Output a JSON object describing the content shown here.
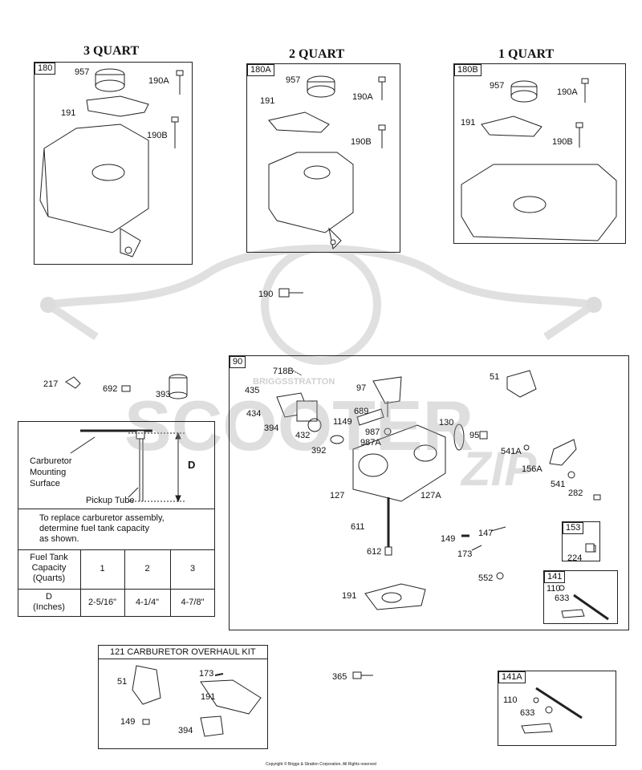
{
  "titles": {
    "q3": "3 QUART",
    "q2": "2 QUART",
    "q1": "1 QUART"
  },
  "box_tags": {
    "b180": "180",
    "b180a": "180A",
    "b180b": "180B",
    "b90": "90",
    "b153": "153",
    "b141": "141",
    "b141a": "141A"
  },
  "labels": {
    "t3_957": "957",
    "t3_190a": "190A",
    "t3_191": "191",
    "t3_190b": "190B",
    "t2_957": "957",
    "t2_190a": "190A",
    "t2_191": "191",
    "t2_190b": "190B",
    "t1_957": "957",
    "t1_190a": "190A",
    "t1_191": "191",
    "t1_190b": "190B",
    "p190": "190",
    "p217": "217",
    "p692": "692",
    "p393": "393",
    "c718b": "718B",
    "c435": "435",
    "c97": "97",
    "c51": "51",
    "c434": "434",
    "c689": "689",
    "c1149": "1149",
    "c394": "394",
    "c432": "432",
    "c987": "987",
    "c987a": "987A",
    "c130": "130",
    "c95": "95",
    "c392": "392",
    "c541a": "541A",
    "c156a": "156A",
    "c541": "541",
    "c282": "282",
    "c127": "127",
    "c127a": "127A",
    "c611": "611",
    "c149": "149",
    "c147": "147",
    "c173": "173",
    "c612": "612",
    "c552": "552",
    "c224": "224",
    "c110": "110",
    "c633": "633",
    "c191": "191",
    "k51": "51",
    "k173": "173",
    "k191": "191",
    "k149": "149",
    "k394": "394",
    "p365": "365",
    "a110": "110",
    "a633": "633"
  },
  "gauge": {
    "carb_label": "Carburetor\nMounting\nSurface",
    "pickup_label": "Pickup Tube",
    "d_label": "D",
    "note": "To replace carburetor assembly,\ndetermine fuel tank capacity\nas shown.",
    "table": {
      "row1_header": "Fuel Tank\nCapacity\n(Quarts)",
      "row1_values": [
        "1",
        "2",
        "3"
      ],
      "row2_header": "D\n(Inches)",
      "row2_values": [
        "2-5/16\"",
        "4-1/4\"",
        "4-7/8\""
      ]
    }
  },
  "kit": {
    "title": "121 CARBURETOR OVERHAUL KIT"
  },
  "watermark": {
    "text1": "SCOOTER",
    "text2": "ZIP",
    "small": "BRIGGSSTRATTON"
  },
  "copyright": "Copyright © Briggs & Stratton Corporation. All Rights reserved"
}
